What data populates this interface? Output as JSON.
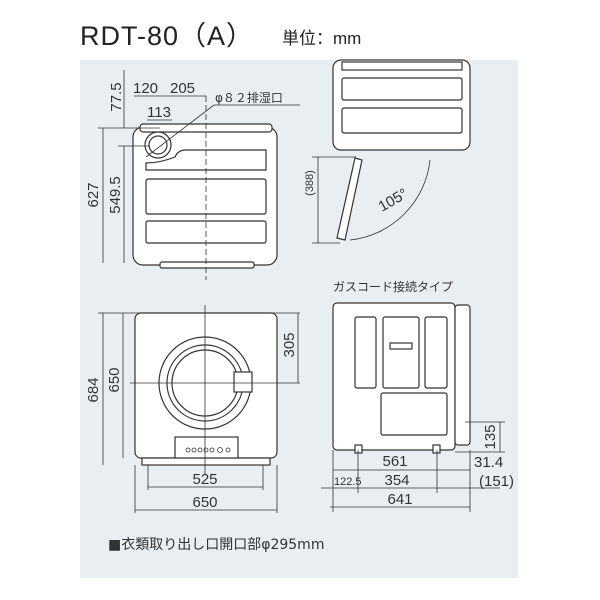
{
  "title": "RDT-80（A）",
  "unit": "単位：mm",
  "top_view": {
    "dim_total_height": "627",
    "dim_body_height": "549.5",
    "dim_top_offset": "77.5",
    "dim_left": "120",
    "dim_right": "205",
    "dim_duct_width": "113",
    "duct_label": "φ８２排湿口"
  },
  "door_view": {
    "dim_height": "(388)",
    "angle": "105°"
  },
  "front_view": {
    "dim_total_height": "684",
    "dim_body_height": "650",
    "dim_center": "305",
    "dim_feet": "525",
    "dim_width": "650"
  },
  "side_view": {
    "label": "ガスコード接続タイプ",
    "dim_561": "561",
    "dim_31_4": "31.4",
    "dim_354": "354",
    "dim_122_5": "122.5",
    "dim_151": "(151)",
    "dim_641": "641",
    "dim_135": "135"
  },
  "note": "■衣類取り出し口開口部φ295mm"
}
